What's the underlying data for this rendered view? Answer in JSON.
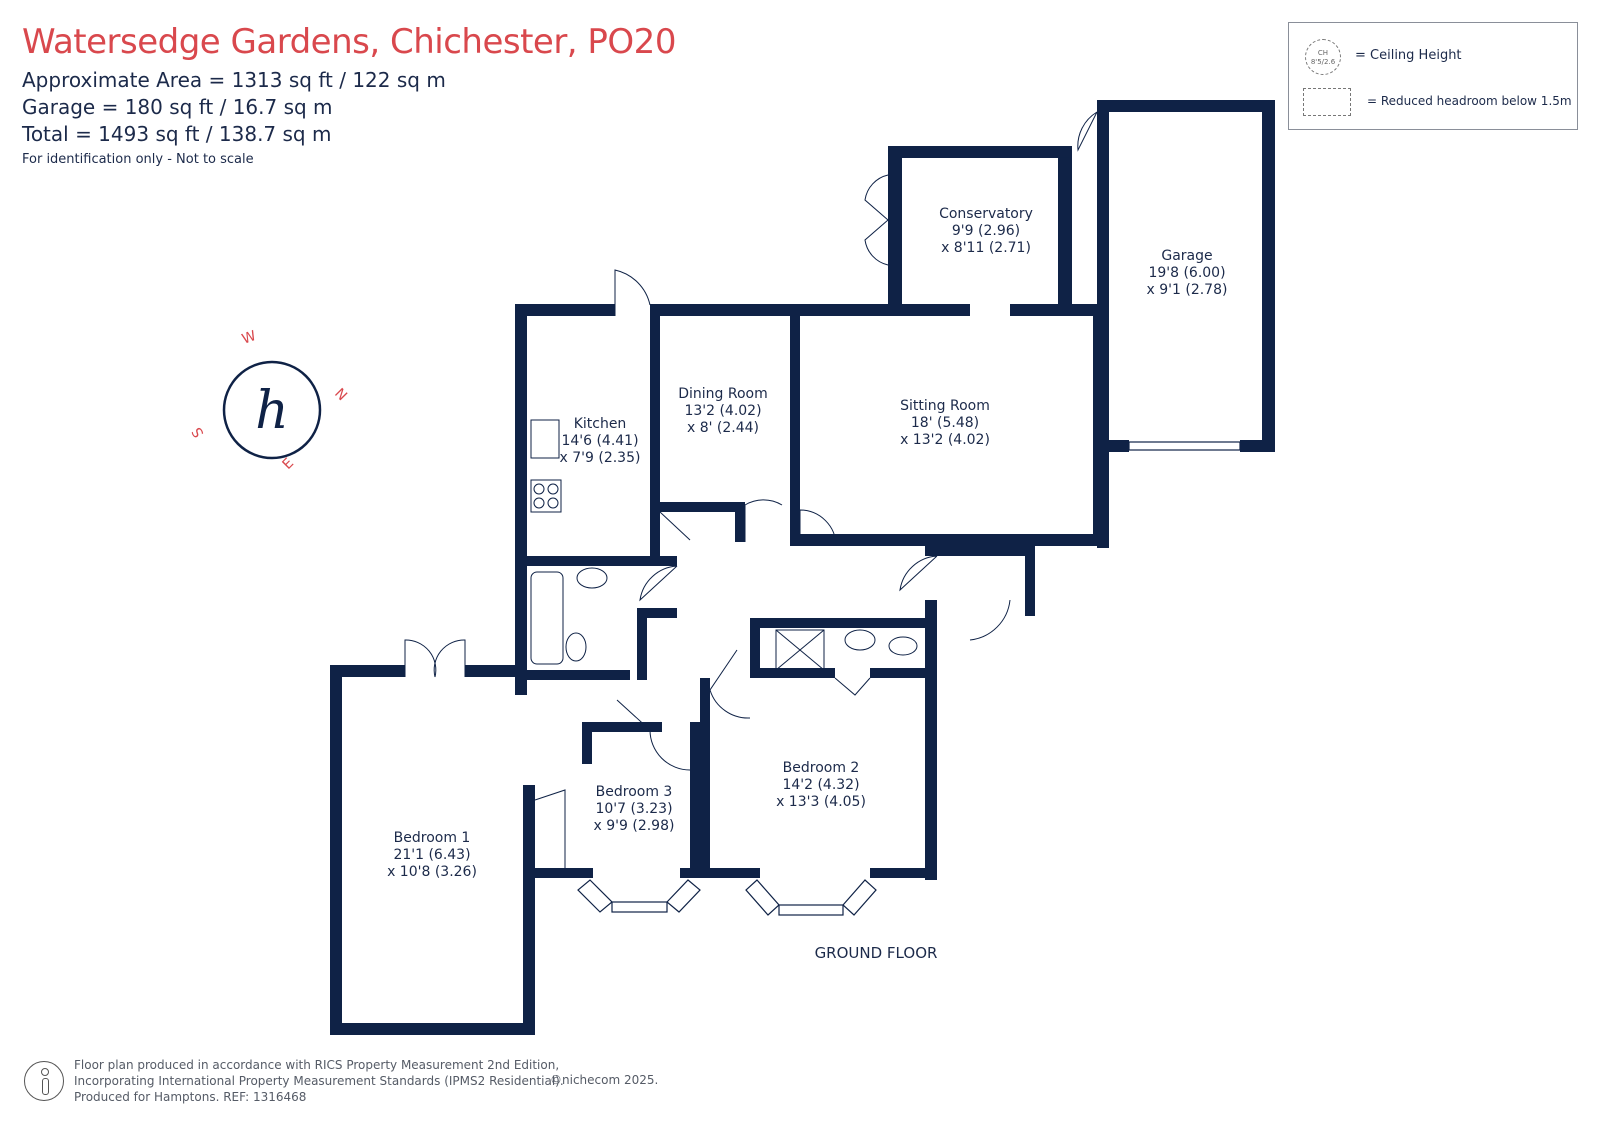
{
  "header": {
    "title": "Watersedge Gardens, Chichester, PO20",
    "area_approx": "Approximate Area = 1313 sq ft / 122 sq m",
    "area_garage": "Garage = 180 sq ft / 16.7 sq m",
    "area_total": "Total = 1493 sq ft / 138.7 sq m",
    "note": "For identification only - Not to scale"
  },
  "legend": {
    "ceiling_symbol": "CH\n8'5/2.6",
    "ceiling_label": "= Ceiling Height",
    "reduced_label": "= Reduced headroom below 1.5m"
  },
  "compass": {
    "n": "N",
    "e": "E",
    "s": "S",
    "w": "W",
    "logo": "h"
  },
  "rooms": [
    {
      "name": "Conservatory",
      "dim1": "9'9 (2.96)",
      "dim2": "x 8'11 (2.71)"
    },
    {
      "name": "Garage",
      "dim1": "19'8 (6.00)",
      "dim2": "x 9'1 (2.78)"
    },
    {
      "name": "Dining Room",
      "dim1": "13'2 (4.02)",
      "dim2": "x 8' (2.44)"
    },
    {
      "name": "Kitchen",
      "dim1": "14'6 (4.41)",
      "dim2": "x 7'9 (2.35)"
    },
    {
      "name": "Sitting Room",
      "dim1": "18' (5.48)",
      "dim2": "x 13'2 (4.02)"
    },
    {
      "name": "Bedroom 1",
      "dim1": "21'1 (6.43)",
      "dim2": "x 10'8 (3.26)"
    },
    {
      "name": "Bedroom 3",
      "dim1": "10'7 (3.23)",
      "dim2": "x 9'9 (2.98)"
    },
    {
      "name": "Bedroom 2",
      "dim1": "14'2 (4.32)",
      "dim2": "x 13'3 (4.05)"
    }
  ],
  "floor_label": "GROUND FLOOR",
  "footer": {
    "line1": "Floor plan produced in accordance with RICS Property Measurement 2nd Edition,",
    "line2": "Incorporating International Property Measurement Standards (IPMS2 Residential).",
    "line3": "Produced for Hamptons.  REF: 1316468",
    "copyright": "©nichecom 2025."
  },
  "colors": {
    "wall": "#0f2246",
    "title": "#d9484d",
    "compass": "#d9484d"
  }
}
